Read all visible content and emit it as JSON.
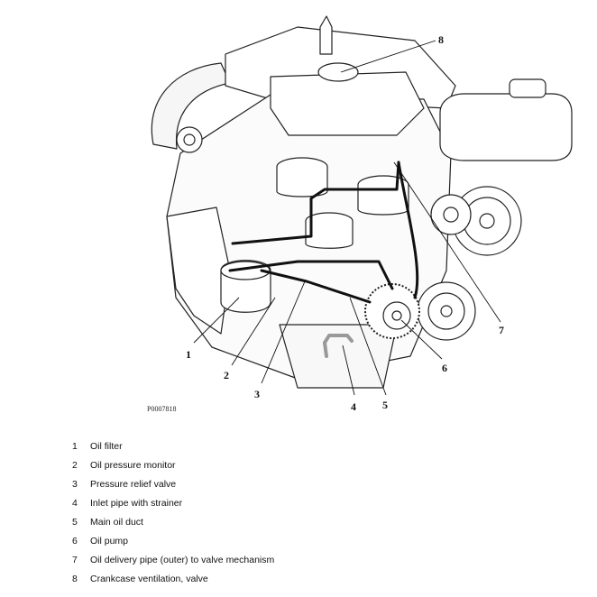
{
  "figure": {
    "reference_code": "P0007818",
    "callouts": [
      "1",
      "2",
      "3",
      "4",
      "5",
      "6",
      "7",
      "8"
    ]
  },
  "legend": [
    {
      "number": "1",
      "label": "Oil filter"
    },
    {
      "number": "2",
      "label": "Oil pressure monitor"
    },
    {
      "number": "3",
      "label": "Pressure relief valve"
    },
    {
      "number": "4",
      "label": "Inlet pipe with strainer"
    },
    {
      "number": "5",
      "label": "Main oil duct"
    },
    {
      "number": "6",
      "label": "Oil pump"
    },
    {
      "number": "7",
      "label": "Oil delivery pipe (outer) to valve mechanism"
    },
    {
      "number": "8",
      "label": "Crankcase ventilation, valve"
    }
  ]
}
